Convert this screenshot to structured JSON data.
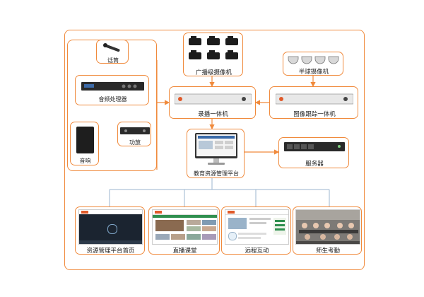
{
  "nodes": {
    "microphone": "话筒",
    "audio_processor": "音频处理器",
    "speaker": "音响",
    "amplifier": "功放",
    "broadcast_cameras": "广播级摄像机",
    "dome_cameras": "半球摄像机",
    "recorder": "录播一体机",
    "tracker": "图像跟踪一体机",
    "platform": "教育资源管理平台",
    "server": "服务器"
  },
  "screens": [
    {
      "label": "资源管理平台首页"
    },
    {
      "label": "直播课堂"
    },
    {
      "label": "远程互动"
    },
    {
      "label": "师生考勤"
    }
  ],
  "colors": {
    "accent": "#f08a3c",
    "arrow": "#f08a3c",
    "line": "#9bb6cf"
  }
}
